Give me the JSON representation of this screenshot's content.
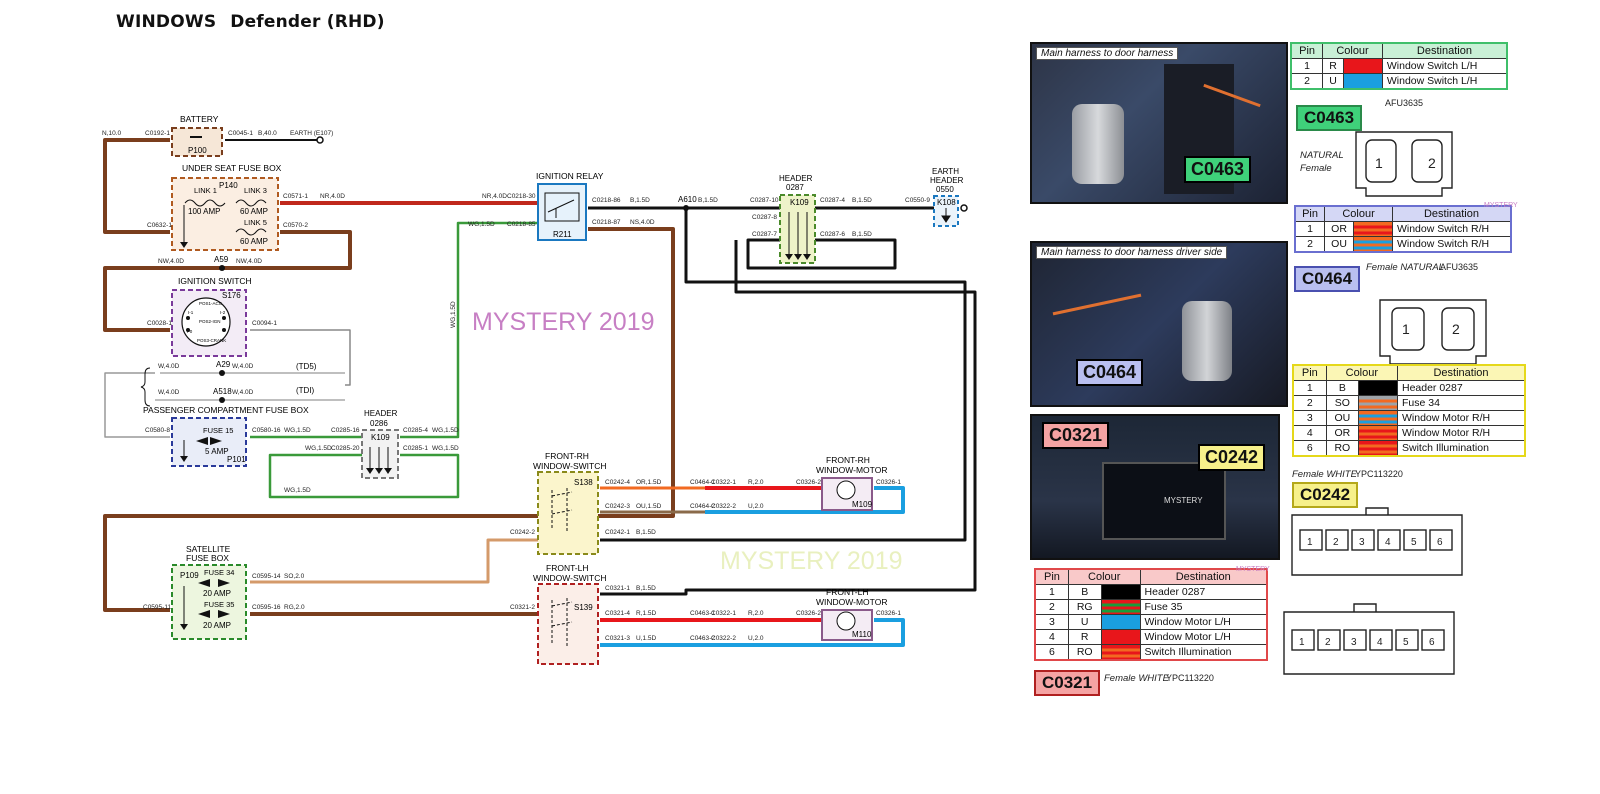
{
  "header": {
    "title": "WINDOWS",
    "subtitle": "Defender (RHD)"
  },
  "watermarks": [
    "MYSTERY 2019",
    "MYSTERY 2019"
  ],
  "components": {
    "battery": {
      "label": "BATTERY",
      "id": "P100"
    },
    "under_seat_fuse_box": {
      "label": "UNDER SEAT FUSE BOX",
      "id": "P140",
      "link1": "LINK 1",
      "link1_rating": "100 AMP",
      "link3": "LINK 3",
      "link3_rating": "60 AMP",
      "link5": "LINK 5",
      "link5_rating": "60 AMP"
    },
    "ignition_switch": {
      "label": "IGNITION SWITCH",
      "id": "S176",
      "positions": [
        "POS1-ACC",
        "I-1",
        "POS2-IGN",
        "POS3-CRANK",
        "I-0",
        "I-2"
      ]
    },
    "ignition_relay": {
      "label": "IGNITION RELAY",
      "id": "R211"
    },
    "header_0287": {
      "label": "HEADER",
      "num": "0287",
      "id": "K109"
    },
    "earth_header": {
      "label": "EARTH HEADER",
      "num": "0550",
      "id": "K108"
    },
    "header_0286": {
      "label": "HEADER",
      "num": "0286",
      "id": "K109"
    },
    "passenger_fuse_box": {
      "label": "PASSENGER COMPARTMENT FUSE BOX",
      "fuse": "FUSE 15",
      "rating": "5 AMP",
      "id": "P101"
    },
    "satellite_fuse_box": {
      "label1": "SATELLITE",
      "label2": "FUSE BOX",
      "id": "P109",
      "fuse34": "FUSE 34",
      "fuse34_rating": "20 AMP",
      "fuse35": "FUSE 35",
      "fuse35_rating": "20 AMP"
    },
    "front_rh_switch": {
      "label1": "FRONT-RH",
      "label2": "WINDOW-SWITCH",
      "id": "S138"
    },
    "front_lh_switch": {
      "label1": "FRONT-LH",
      "label2": "WINDOW-SWITCH",
      "id": "S139"
    },
    "front_rh_motor": {
      "label1": "FRONT-RH",
      "label2": "WINDOW-MOTOR",
      "id": "M109"
    },
    "front_lh_motor": {
      "label1": "FRONT-LH",
      "label2": "WINDOW-MOTOR",
      "id": "M110"
    }
  },
  "splices": {
    "a59": "A59",
    "a29": "A29",
    "a518": "A518",
    "a610": "A610",
    "td5": "(TD5)",
    "tdi": "(TDI)"
  },
  "wire_labels": {
    "n10": "N,10.0",
    "c0192": "C0192-1",
    "c0045": "C0045-1",
    "b40": "B,40.0",
    "earth": "EARTH (E107)",
    "c0571": "C0571-1",
    "nr40a": "NR,4.0D",
    "nr40b": "NR,4.0D",
    "c0218_30": "C0218-30",
    "c0632": "C0632-1",
    "c0570": "C0570-2",
    "nw40a": "NW,4.0D",
    "nw40b": "NW,4.0D",
    "c0028": "C0028-1",
    "c0094": "C0094-1",
    "w40a": "W,4.0D",
    "w40b": "W,4.0D",
    "w40c": "W,4.0D",
    "w40d": "W,4.0D",
    "c0580_8": "C0580-8",
    "c0580_16": "C0580-16",
    "wg15a": "WG,1.5D",
    "c0285_16": "C0285-16",
    "c0285_4": "C0285-4",
    "wg15b": "WG,1.5D",
    "wg15c": "WG,1.5D",
    "c0285_20": "C0285-20",
    "c0285_1": "C0285-1",
    "wg15d": "WG,1.5D",
    "wg15e": "WG,1.5D",
    "wg15f": "WG,1.5D",
    "c0218_85": "C0218-85",
    "wg15v": "WG,1.5D",
    "c0218_86": "C0218-86",
    "b15a": "B,1.5D",
    "b15b": "B,1.5D",
    "c0287_10": "C0287-10",
    "c0287_4": "C0287-4",
    "b15c": "B,1.5D",
    "c0550_9": "C0550-9",
    "c0287_8": "C0287-8",
    "c0287_7": "C0287-7",
    "c0287_6": "C0287-6",
    "b15d": "B,1.5D",
    "c0218_87": "C0218-87",
    "ns40": "NS,4.0D",
    "c0242_4": "C0242-4",
    "or15": "OR,1.5D",
    "c0464_1": "C0464-1",
    "c0322_1": "C0322-1",
    "r20a": "R,2.0",
    "c0326_2a": "C0326-2",
    "c0326_1a": "C0326-1",
    "c0242_3": "C0242-3",
    "ou15": "OU,1.5D",
    "c0464_2": "C0464-2",
    "c0322_2": "C0322-2",
    "u20a": "U,2.0",
    "c0242_2": "C0242-2",
    "c0242_1": "C0242-1",
    "b15e": "B,1.5D",
    "c0595_14": "C0595-14",
    "so20": "SO,2.0",
    "c0595_11": "C0595-11",
    "c0595_16": "C0595-16",
    "rg20": "RG,2.0",
    "c0321_2": "C0321-2",
    "c0321_1": "C0321-1",
    "b15f": "B,1.5D",
    "c0321_4": "C0321-4",
    "r15": "R,1.5D",
    "c0463_1": "C0463-1",
    "c0322_1b": "C0322-1",
    "r20b": "R,2.0",
    "c0326_2b": "C0326-2",
    "c0326_1b": "C0326-1",
    "c0321_3": "C0321-3",
    "u15": "U,1.5D",
    "c0463_2": "C0463-2",
    "c0322_2b": "C0322-2",
    "u20b": "U,2.0"
  },
  "photos": {
    "p1": {
      "caption": "Main harness to door harness",
      "tag": "C0463"
    },
    "p2": {
      "caption": "Main harness to door harness  driver side",
      "tag": "C0464"
    },
    "p3": {
      "tag_left": "C0321",
      "tag_right": "C0242",
      "inside_label": "MYSTERY"
    }
  },
  "connectors": {
    "c0463": {
      "name": "C0463",
      "part": "AFU3635",
      "desc1": "NATURAL",
      "desc2": "Female",
      "pins_drawn": [
        "1",
        "2"
      ],
      "headers": [
        "Pin",
        "Colour",
        "Destination"
      ],
      "rows": [
        {
          "pin": "1",
          "colour": "R",
          "dest": "Window Switch L/H",
          "swatch": [
            "#e8161b"
          ]
        },
        {
          "pin": "2",
          "colour": "U",
          "dest": "Window Switch L/H",
          "swatch": [
            "#1a9fe0"
          ]
        }
      ]
    },
    "c0464": {
      "name": "C0464",
      "part": "AFU3635",
      "desc": "Female  NATURAL",
      "pins_drawn": [
        "1",
        "2"
      ],
      "mark": "MYSTERY",
      "headers": [
        "Pin",
        "Colour",
        "Destination"
      ],
      "rows": [
        {
          "pin": "1",
          "colour": "OR",
          "dest": "Window Switch R/H",
          "swatch": [
            "#f26a21",
            "#e8161b"
          ]
        },
        {
          "pin": "2",
          "colour": "OU",
          "dest": "Window Switch R/H",
          "swatch": [
            "#f26a21",
            "#1a9fe0"
          ]
        }
      ]
    },
    "c0242": {
      "name": "C0242",
      "part": "YPC113220",
      "desc": "Female WHITE",
      "pins_drawn": [
        "1",
        "2",
        "3",
        "4",
        "5",
        "6"
      ],
      "headers": [
        "Pin",
        "Colour",
        "Destination"
      ],
      "rows": [
        {
          "pin": "1",
          "colour": "B",
          "dest": "Header 0287",
          "swatch": [
            "#000000"
          ]
        },
        {
          "pin": "2",
          "colour": "SO",
          "dest": "Fuse 34",
          "swatch": [
            "#9ea3a8",
            "#f26a21"
          ]
        },
        {
          "pin": "3",
          "colour": "OU",
          "dest": "Window Motor  R/H",
          "swatch": [
            "#f26a21",
            "#1a9fe0"
          ]
        },
        {
          "pin": "4",
          "colour": "OR",
          "dest": "Window Motor  R/H",
          "swatch": [
            "#f26a21",
            "#e8161b"
          ]
        },
        {
          "pin": "6",
          "colour": "RO",
          "dest": "Switch Illumination",
          "swatch": [
            "#e8161b",
            "#f26a21"
          ]
        }
      ]
    },
    "c0321": {
      "name": "C0321",
      "part": "YPC113220",
      "desc": "Female WHITE",
      "mark": "MYSTERY",
      "headers": [
        "Pin",
        "Colour",
        "Destination"
      ],
      "rows": [
        {
          "pin": "1",
          "colour": "B",
          "dest": "Header 0287",
          "swatch": [
            "#000000"
          ]
        },
        {
          "pin": "2",
          "colour": "RG",
          "dest": "Fuse 35",
          "swatch": [
            "#e8161b",
            "#1a9c3a"
          ]
        },
        {
          "pin": "3",
          "colour": "U",
          "dest": "Window Motor L/H",
          "swatch": [
            "#1a9fe0"
          ]
        },
        {
          "pin": "4",
          "colour": "R",
          "dest": " Window Motor L/H",
          "swatch": [
            "#e8161b"
          ]
        },
        {
          "pin": "6",
          "colour": "RO",
          "dest": "Switch Illumination",
          "swatch": [
            "#e8161b",
            "#f26a21"
          ]
        }
      ]
    },
    "lower_connector_pins": [
      "1",
      "2",
      "3",
      "4",
      "5",
      "6"
    ]
  },
  "colors": {
    "brown": "#7a3e1d",
    "red": "#e8161b",
    "blue": "#1a9fe0",
    "green": "#3a9a3a",
    "orange": "#f26a21",
    "black": "#111111",
    "tan": "#c08050"
  }
}
